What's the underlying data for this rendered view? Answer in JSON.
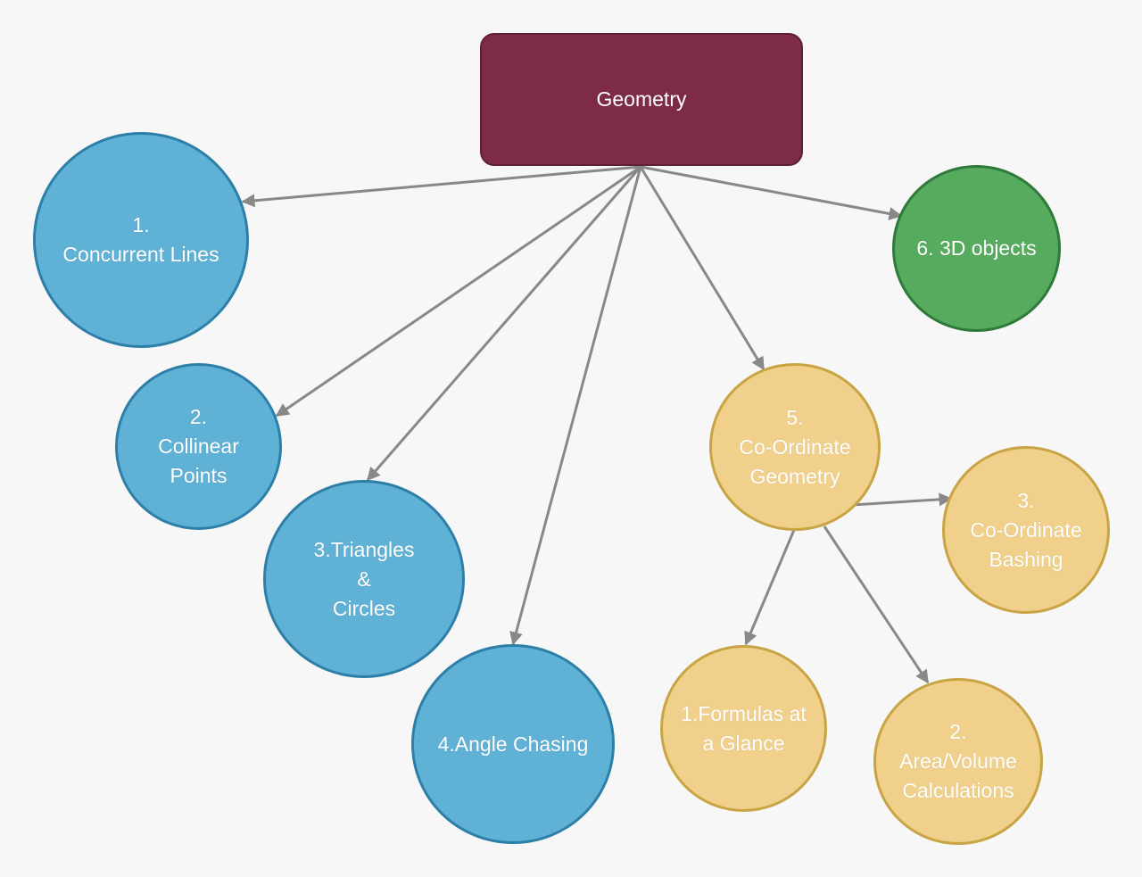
{
  "diagram": {
    "root": {
      "label": "Geometry",
      "color": "#7e2b47"
    },
    "nodes": [
      {
        "id": "concurrent-lines",
        "label": "1.\nConcurrent Lines",
        "color": "#5fb1d6"
      },
      {
        "id": "collinear-points",
        "label": "2.\nCollinear\nPoints",
        "color": "#5fb1d6"
      },
      {
        "id": "triangles-circles",
        "label": "3.Triangles\n&\nCircles",
        "color": "#5fb1d6"
      },
      {
        "id": "angle-chasing",
        "label": "4.Angle Chasing",
        "color": "#5fb1d6"
      },
      {
        "id": "coordinate-geometry",
        "label": "5.\nCo-Ordinate\nGeometry",
        "color": "#f0d08a"
      },
      {
        "id": "3d-objects",
        "label": "6. 3D objects",
        "color": "#57ab5f"
      },
      {
        "id": "coordinate-bashing",
        "label": "3.\nCo-Ordinate\nBashing",
        "color": "#f0d08a"
      },
      {
        "id": "formulas-glance",
        "label": "1.Formulas at\na Glance",
        "color": "#f0d08a"
      },
      {
        "id": "area-volume",
        "label": "2.\nArea/Volume\nCalculations",
        "color": "#f0d08a"
      }
    ],
    "edges": [
      {
        "from": "root",
        "to": "concurrent-lines"
      },
      {
        "from": "root",
        "to": "collinear-points"
      },
      {
        "from": "root",
        "to": "triangles-circles"
      },
      {
        "from": "root",
        "to": "angle-chasing"
      },
      {
        "from": "root",
        "to": "coordinate-geometry"
      },
      {
        "from": "root",
        "to": "3d-objects"
      },
      {
        "from": "coordinate-geometry",
        "to": "coordinate-bashing"
      },
      {
        "from": "coordinate-geometry",
        "to": "formulas-glance"
      },
      {
        "from": "coordinate-geometry",
        "to": "area-volume"
      }
    ],
    "edge_color": "#888888"
  }
}
